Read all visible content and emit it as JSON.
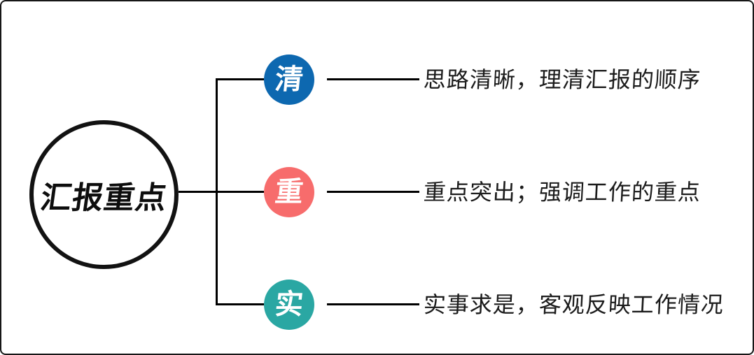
{
  "diagram": {
    "background": "#ffffff",
    "line_color": "#000000",
    "title": "汇报重点",
    "branches": [
      {
        "label": "清",
        "color": "#0d68b0",
        "description": "思路清晰，理清汇报的顺序"
      },
      {
        "label": "重",
        "color": "#f76c6c",
        "description": "重点突出；强调工作的重点"
      },
      {
        "label": "实",
        "color": "#2aa7a3",
        "description": "实事求是，客观反映工作情况"
      }
    ]
  }
}
